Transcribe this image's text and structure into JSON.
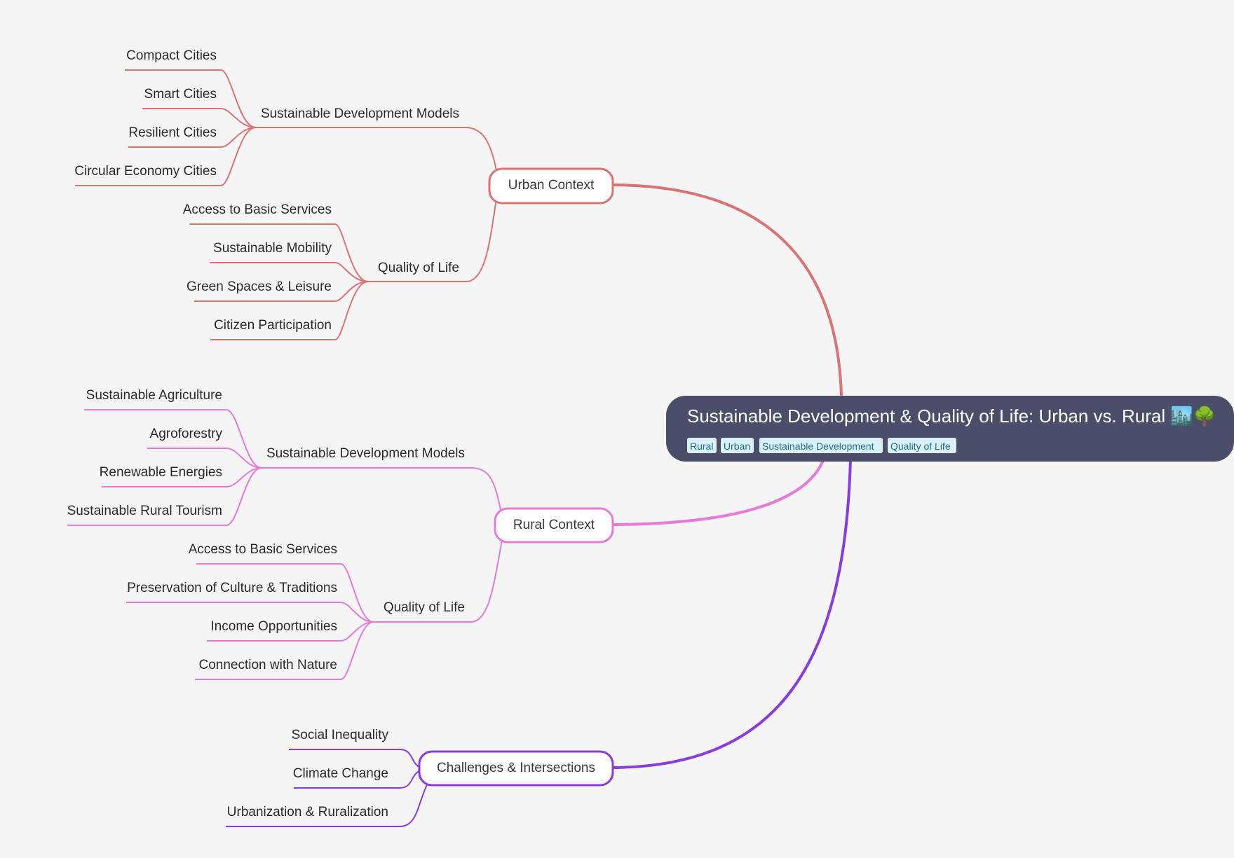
{
  "root": {
    "title": "Sustainable Development & Quality of Life: Urban vs. Rural 🏙️🌳",
    "tags": [
      "Rural",
      "Urban",
      "Sustainable Development",
      "Quality of Life"
    ]
  },
  "colors": {
    "background": "#f5f5f5",
    "root_fill": "#4a4e69",
    "tag_fill": "#d9f1f7",
    "tag_text": "#1f6e8c",
    "urban": "#dc7373",
    "rural": "#e57ad8",
    "challenges": "#8a3be0"
  },
  "branches": [
    {
      "label": "Urban Context",
      "subs": [
        {
          "label": "Sustainable Development Models",
          "leaves": [
            "Compact Cities",
            "Smart Cities",
            "Resilient Cities",
            "Circular Economy Cities"
          ]
        },
        {
          "label": "Quality of Life",
          "leaves": [
            "Access to Basic Services",
            "Sustainable Mobility",
            "Green Spaces & Leisure",
            "Citizen Participation"
          ]
        }
      ]
    },
    {
      "label": "Rural Context",
      "subs": [
        {
          "label": "Sustainable Development Models",
          "leaves": [
            "Sustainable Agriculture",
            "Agroforestry",
            "Renewable Energies",
            "Sustainable Rural Tourism"
          ]
        },
        {
          "label": "Quality of Life",
          "leaves": [
            "Access to Basic Services",
            "Preservation of Culture & Traditions",
            "Income Opportunities",
            "Connection with Nature"
          ]
        }
      ]
    },
    {
      "label": "Challenges & Intersections",
      "leaves": [
        "Social Inequality",
        "Climate Change",
        "Urbanization & Ruralization"
      ]
    }
  ]
}
